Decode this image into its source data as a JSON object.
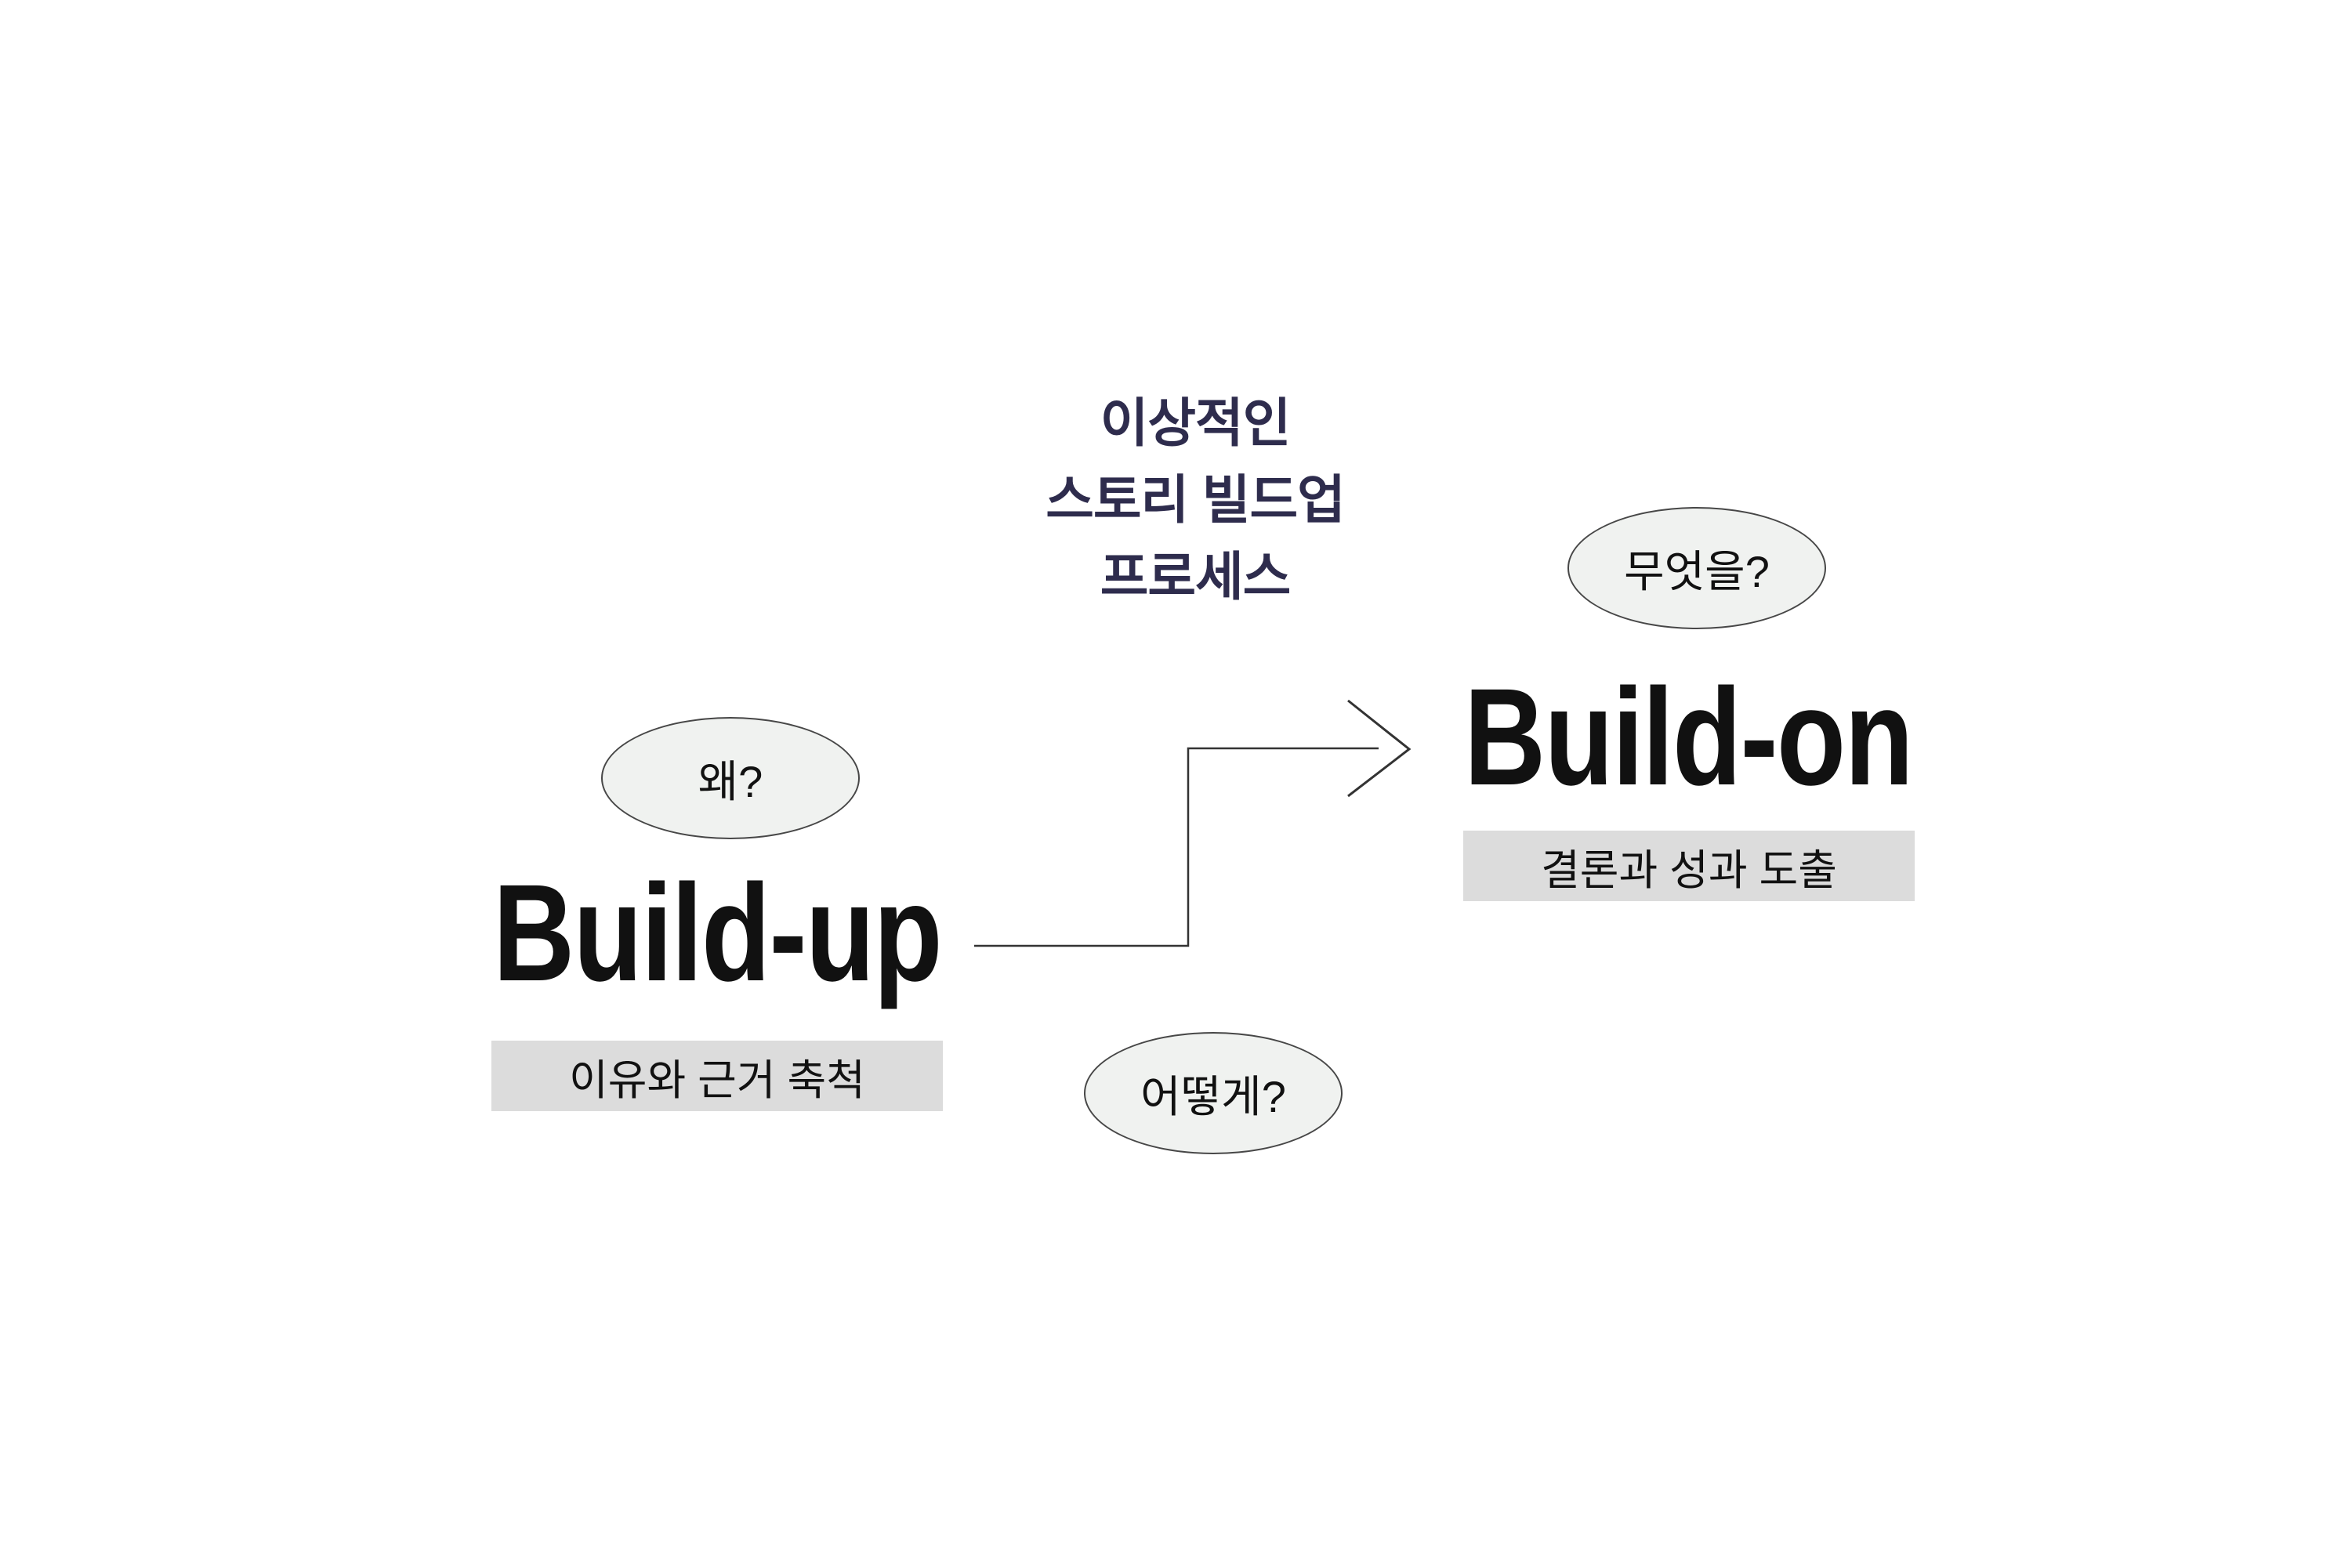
{
  "title": {
    "lines": [
      "이상적인",
      "스토리 빌드업",
      "프로세스"
    ]
  },
  "nodes": {
    "build_up": {
      "label": "Build-up",
      "question": "왜?",
      "caption": "이유와 근거 축척"
    },
    "build_on": {
      "label": "Build-on",
      "question": "무엇을?",
      "caption": "결론과 성과 도출"
    }
  },
  "connector": {
    "question": "어떻게?",
    "direction": "build_up → build_on"
  },
  "colors": {
    "background": "#ffffff",
    "ink": "#111111",
    "title": "#2e2c4d",
    "bubble_fill": "#f0f2f0",
    "bubble_border": "#474747",
    "bar_fill": "#dcdcdc",
    "arrow": "#333333"
  }
}
